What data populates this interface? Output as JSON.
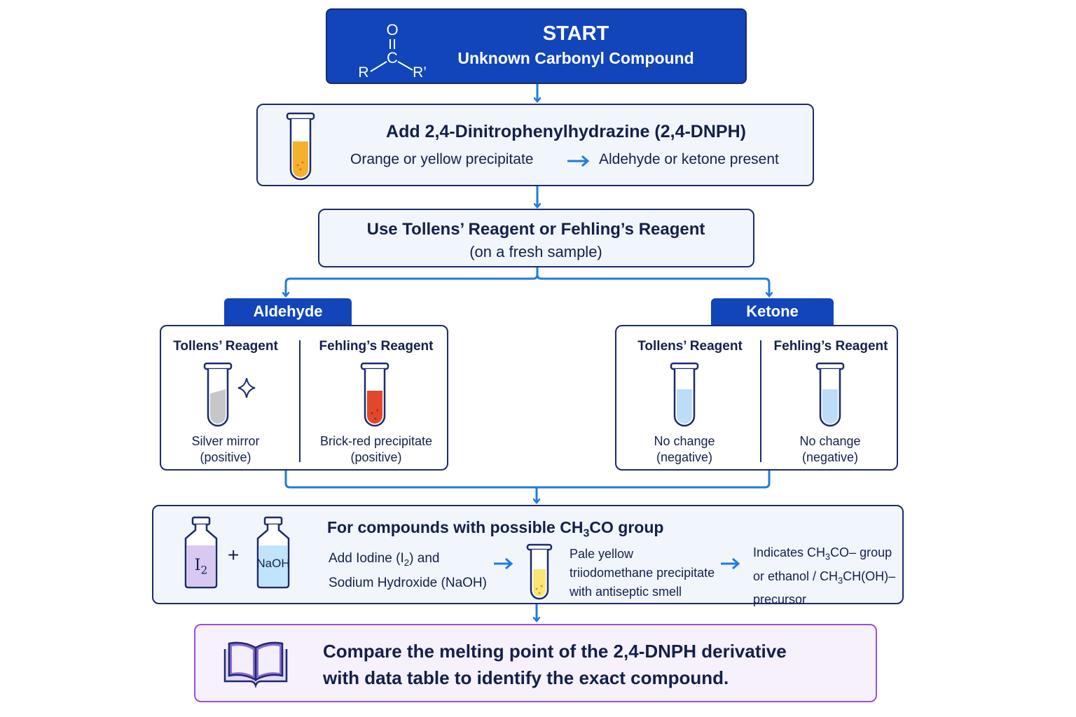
{
  "start": {
    "title": "START",
    "subtitle": "Unknown Carbonyl Compound",
    "structure": {
      "o": "O",
      "c": "C",
      "r": "R",
      "r2": "R’"
    }
  },
  "dnph": {
    "title": "Add 2,4-Dinitrophenylhydrazine (2,4-DNPH)",
    "observation": "Orange or yellow precipitate",
    "conclusion": "Aldehyde or ketone present"
  },
  "tollens_fehling": {
    "title": "Use Tollens’ Reagent or Fehling’s Reagent",
    "subtitle": "(on a fresh sample)"
  },
  "aldehyde": {
    "label": "Aldehyde",
    "tollens": {
      "title": "Tollens’ Reagent",
      "result": "Silver mirror",
      "verdict": "(positive)"
    },
    "fehling": {
      "title": "Fehling’s Reagent",
      "result": "Brick-red precipitate",
      "verdict": "(positive)"
    }
  },
  "ketone": {
    "label": "Ketone",
    "tollens": {
      "title": "Tollens’ Reagent",
      "result": "No change",
      "verdict": "(negative)"
    },
    "fehling": {
      "title": "Fehling’s Reagent",
      "result": "No change",
      "verdict": "(negative)"
    }
  },
  "iodoform": {
    "title_pre": "For compounds with possible CH",
    "title_sub": "3",
    "title_post": "CO group",
    "bottle_i2": "I",
    "bottle_i2_sub": "2",
    "plus": "+",
    "bottle_naoh": "NaOH",
    "step_line1_pre": "Add Iodine (I",
    "step_line1_sub": "2",
    "step_line1_post": ") and",
    "step_line2": "Sodium Hydroxide (NaOH)",
    "obs_line1": "Pale yellow",
    "obs_line2": "triiodomethane precipitate",
    "obs_line3": "with antiseptic smell",
    "ind_line1_pre": "Indicates CH",
    "ind_line1_sub": "3",
    "ind_line1_post": "CO– group",
    "ind_line2_pre": "or ethanol / CH",
    "ind_line2_sub": "3",
    "ind_line2_post": "CH(OH)–",
    "ind_line3": "precursor"
  },
  "final": {
    "line1": "Compare the melting point of the 2,4-DNPH derivative",
    "line2": "with data table to identify the exact compound."
  },
  "colors": {
    "navy": "#1c2a6b",
    "header_blue": "#1145b9",
    "arrow_blue": "#1f7be0",
    "panel_fill": "#f1f6fd",
    "final_border": "#9b4fd4",
    "final_fill": "#f7f0fd",
    "orange": "#f5b02e",
    "brick_red": "#e2472b",
    "silver": "#c5c7cb",
    "light_blue": "#bcdcf7",
    "pale_yellow": "#f7e676",
    "lavender": "#d8c8f2",
    "sky": "#bfe4fb"
  },
  "icons": [
    "test-tube-icon",
    "sparkle-icon",
    "bottle-icon",
    "book-icon",
    "arrow-icon",
    "carbonyl-structure-icon"
  ]
}
